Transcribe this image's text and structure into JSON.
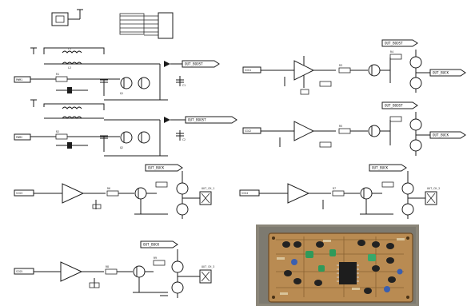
{
  "figure": {
    "net_tags_top": [
      "OUT_BOOST",
      "OUT_BOOST",
      "OUT_BOOST",
      "OUT_BOOST"
    ],
    "net_tags_mid": [
      "OUT_BUCK",
      "OUT_BUCK",
      "OUT_BUCK"
    ],
    "inputs": [
      "PWM1",
      "PWM2",
      "SIG1",
      "SIG2",
      "SIG3",
      "SIG4",
      "SIG5"
    ],
    "component_values": {
      "inductor": [
        "L1",
        "L2"
      ],
      "resistor": [
        "R1",
        "R2",
        "R3",
        "R4",
        "R5",
        "R6",
        "R7",
        "R8",
        "R9",
        "R10"
      ],
      "capacitor": [
        "C1",
        "C2",
        "C3"
      ],
      "transistor": [
        "Q1",
        "Q2",
        "Q3",
        "Q4",
        "Q5",
        "Q6"
      ]
    },
    "output_connectors": [
      "OUT_CH_1",
      "OUT_CH_2",
      "OUT_CH_3"
    ],
    "photo_caption": "",
    "colors": {
      "ink": "#1b1b1b",
      "paper": "#ffffff",
      "pcb": "#b98b52",
      "pcb_dark": "#6f4a22",
      "backdrop": "#8b8679"
    }
  }
}
